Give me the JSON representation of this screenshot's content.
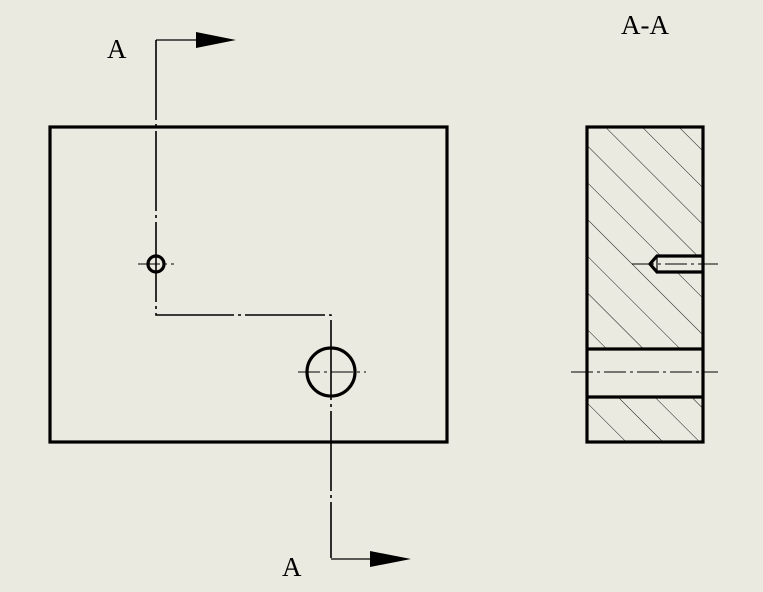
{
  "labels": {
    "section_top": "A",
    "section_bottom": "A",
    "section_view_title": "A-A"
  },
  "colors": {
    "background": "#ebeae0",
    "line": "#000000"
  }
}
